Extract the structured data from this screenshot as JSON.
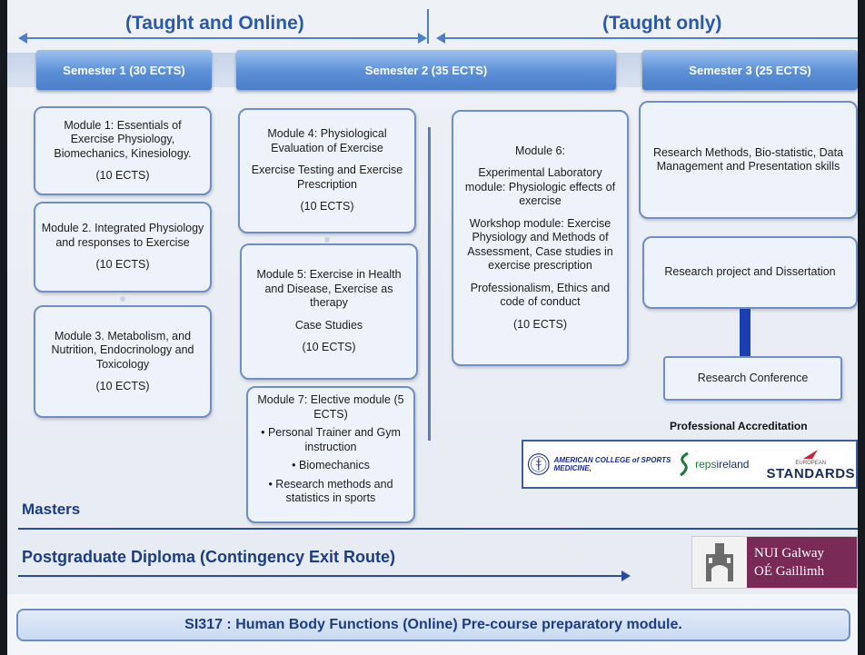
{
  "headers": {
    "left": "(Taught and Online)",
    "right": "(Taught only)"
  },
  "semesters": [
    {
      "label": "Semester 1 (30 ECTS)"
    },
    {
      "label": "Semester 2 (35 ECTS)"
    },
    {
      "label": "Semester 3 (25 ECTS)"
    }
  ],
  "modules": {
    "m1": {
      "title": "Module 1: Essentials of Exercise Physiology, Biomechanics, Kinesiology.",
      "credits": "(10 ECTS)"
    },
    "m2": {
      "title": "Module 2. Integrated Physiology and responses to Exercise",
      "credits": "(10 ECTS)"
    },
    "m3": {
      "title": "Module 3. Metabolism, and Nutrition, Endocrinology and Toxicology",
      "credits": "(10 ECTS)"
    },
    "m4": {
      "title": "Module 4: Physiological Evaluation of Exercise",
      "sub": "Exercise Testing and Exercise Prescription",
      "credits": "(10 ECTS)"
    },
    "m5": {
      "title": "Module 5: Exercise in Health and Disease, Exercise as therapy",
      "sub": "Case Studies",
      "credits": "(10 ECTS)"
    },
    "m6": {
      "title": "Module 6:",
      "p1": "Experimental Laboratory module: Physiologic effects of exercise",
      "p2": "Workshop module: Exercise Physiology and Methods of Assessment, Case studies in exercise prescription",
      "p3": "Professionalism, Ethics and code of conduct",
      "credits": "(10 ECTS)"
    },
    "m7": {
      "title": "Module 7: Elective module (5 ECTS)",
      "items": [
        "Personal Trainer and Gym instruction",
        "Biomechanics",
        "Research methods and statistics in sports"
      ]
    }
  },
  "sem3": {
    "research_methods": "Research Methods, Bio-statistic, Data Management and Presentation skills",
    "project": "Research project and Dissertation",
    "conference": "Research Conference"
  },
  "accreditation": {
    "title": "Professional Accreditation",
    "acsm": "AMERICAN COLLEGE of SPORTS MEDICINE,",
    "reps_a": "reps",
    "reps_b": "ireland",
    "eu_top": "EUROPEAN",
    "eu_main": "STANDARDS"
  },
  "masters": "Masters",
  "pgdip": "Postgraduate Diploma (Contingency Exit Route)",
  "nui": {
    "line1": "NUI Galway",
    "line2": "OÉ Gaillimh"
  },
  "precourse": "SI317 : Human Body Functions (Online) Pre-course preparatory module.",
  "colors": {
    "accent": "#4b7fcc",
    "heading": "#1b3d84",
    "nui": "#7a2a57",
    "connector": "#1a3fb0"
  }
}
